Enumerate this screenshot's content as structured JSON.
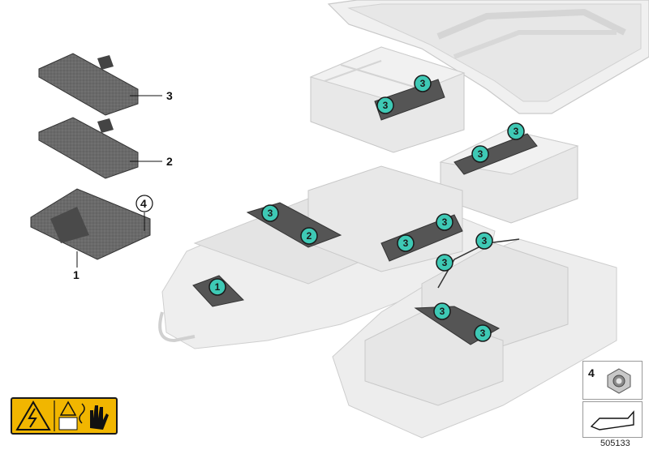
{
  "leader_labels": [
    {
      "id": "leader-3",
      "text": "3"
    },
    {
      "id": "leader-2",
      "text": "2"
    },
    {
      "id": "leader-1",
      "text": "1"
    },
    {
      "id": "leader-4",
      "text": "4"
    }
  ],
  "callouts": [
    {
      "text": "3"
    },
    {
      "text": "3"
    },
    {
      "text": "3"
    },
    {
      "text": "3"
    },
    {
      "text": "3"
    },
    {
      "text": "2"
    },
    {
      "text": "3"
    },
    {
      "text": "3"
    },
    {
      "text": "3"
    },
    {
      "text": "3"
    },
    {
      "text": "1"
    },
    {
      "text": "3"
    },
    {
      "text": "3"
    }
  ],
  "legend": {
    "item_number": "4"
  },
  "diagram_number": "505133",
  "colors": {
    "callout_fill": "#3ec9b5",
    "callout_stroke": "#1a1a1a",
    "module_dark": "#5c5c5c",
    "battery_ghost": "#e6e6e6",
    "warning_label": "#f1b600"
  },
  "icons": [
    "high-voltage-warning-icon",
    "caution-triangle-icon",
    "manual-info-icon",
    "protective-glove-icon",
    "hex-nut-icon",
    "installation-arrow-icon"
  ]
}
